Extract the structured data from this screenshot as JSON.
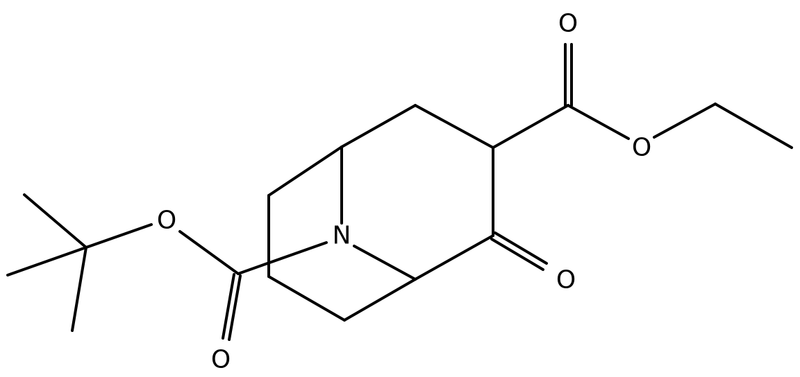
{
  "structure": {
    "atoms": {
      "ring_n": "N",
      "boc_ether_o": "O",
      "boc_carbonyl_o": "O",
      "ketone_o": "O",
      "ester_carbonyl_o": "O",
      "ester_ether_o": "O"
    }
  }
}
